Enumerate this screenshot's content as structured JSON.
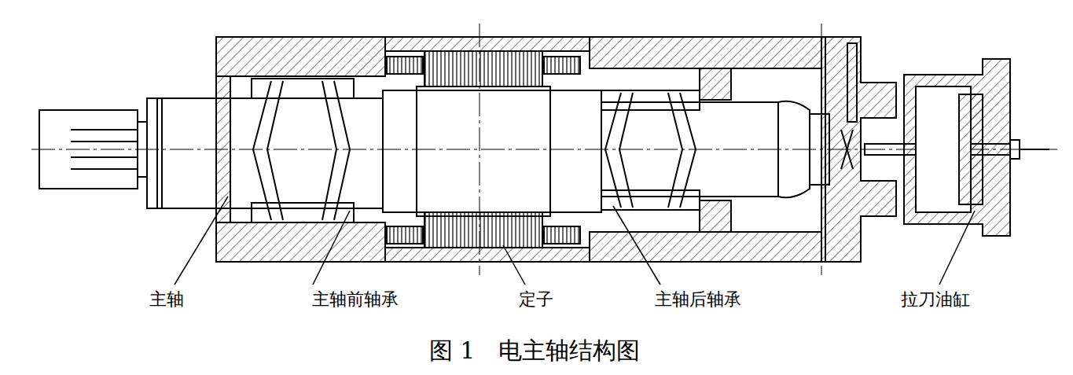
{
  "diagram": {
    "caption": "图 1　电主轴结构图",
    "labels": [
      "主轴",
      "主轴前轴承",
      "定子",
      "主轴后轴承",
      "拉刀油缸"
    ]
  }
}
